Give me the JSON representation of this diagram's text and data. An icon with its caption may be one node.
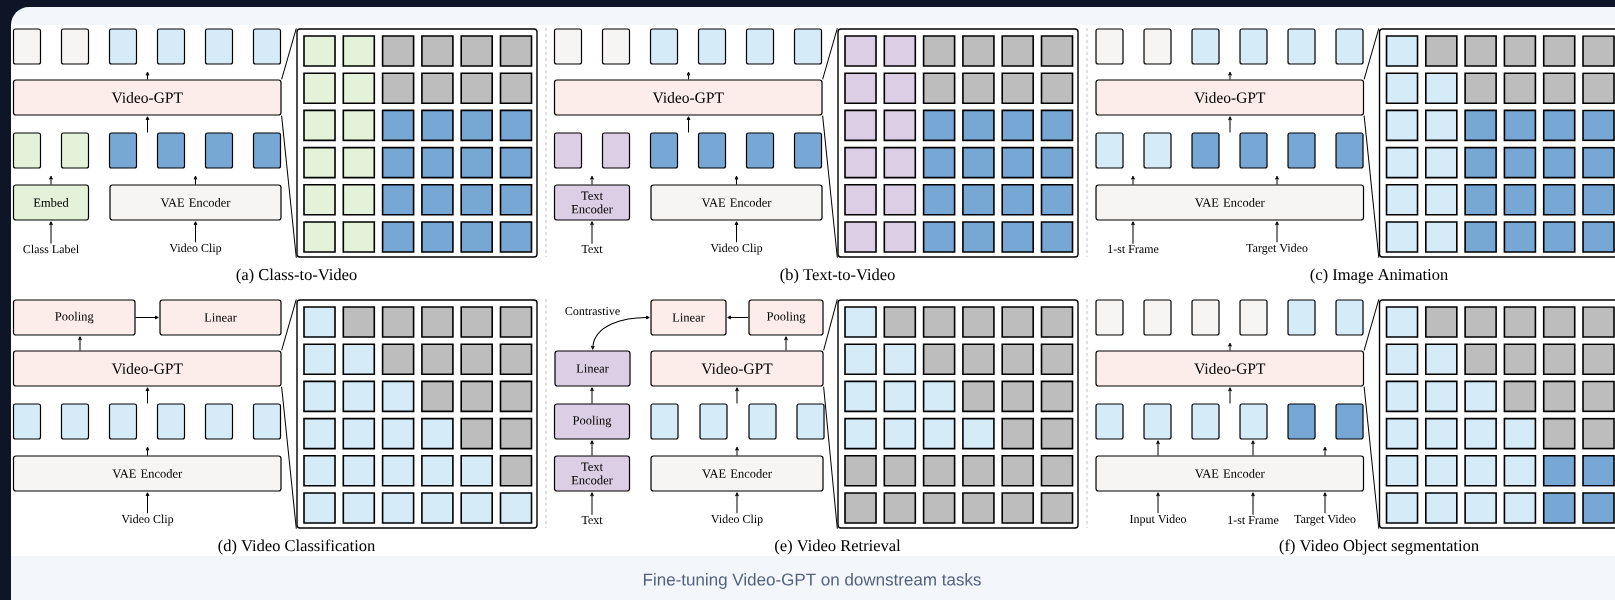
{
  "diagram": {
    "caption": "Fine-tuning Video-GPT on downstream tasks",
    "nodes": [
      {
        "text": [
          "Video-GPT"
        ]
      },
      {
        "text": [
          "Embed"
        ]
      },
      {
        "text": [
          "VAE Encoder"
        ]
      },
      {
        "text": [
          "Class Label"
        ]
      },
      {
        "text": [
          "Video Clip"
        ]
      },
      {
        "text": [
          "Video-GPT"
        ]
      },
      {
        "text": [
          "Text Encoder"
        ]
      },
      {
        "text": [
          "VAE Encoder"
        ]
      },
      {
        "text": [
          "Text"
        ]
      },
      {
        "text": [
          "Video Clip"
        ]
      },
      {
        "text": [
          "Video-GPT"
        ]
      },
      {
        "text": [
          "VAE Encoder"
        ]
      },
      {
        "text": [
          "1-st Frame"
        ]
      },
      {
        "text": [
          "Target Video"
        ]
      },
      {
        "text": [
          "Pooling"
        ]
      },
      {
        "text": [
          "Linear"
        ]
      },
      {
        "text": [
          "Video-GPT"
        ]
      },
      {
        "text": [
          "VAE Encoder"
        ]
      },
      {
        "text": [
          "Video Clip"
        ]
      },
      {
        "text": [
          "Linear"
        ]
      },
      {
        "text": [
          "Pooling"
        ]
      },
      {
        "text": [
          "Linear"
        ]
      },
      {
        "text": [
          "Video-GPT"
        ]
      },
      {
        "text": [
          "Pooling"
        ]
      },
      {
        "text": [
          "Text Encoder"
        ]
      },
      {
        "text": [
          "VAE Encoder"
        ]
      },
      {
        "text": [
          "Text"
        ]
      },
      {
        "text": [
          "Video Clip"
        ]
      },
      {
        "text": [
          "Video-GPT"
        ]
      },
      {
        "text": [
          "VAE Encoder"
        ]
      },
      {
        "text": [
          "Input Video"
        ]
      },
      {
        "text": [
          "1-st Frame"
        ]
      },
      {
        "text": [
          "Target Video"
        ]
      },
      {
        "text": [],
        "shape": "grid"
      },
      {
        "text": [],
        "shape": "grid"
      },
      {
        "text": [],
        "shape": "grid"
      },
      {
        "text": [],
        "shape": "grid"
      },
      {
        "text": [],
        "shape": "grid"
      },
      {
        "text": [],
        "shape": "grid"
      },
      {
        "text": [],
        "shape": "box"
      },
      {
        "text": [],
        "shape": "box"
      },
      {
        "text": [],
        "shape": "box"
      },
      {
        "text": [],
        "shape": "box"
      },
      {
        "text": [],
        "shape": "box"
      },
      {
        "text": [],
        "shape": "box"
      },
      {
        "text": [],
        "shape": "box"
      },
      {
        "text": [],
        "shape": "box"
      },
      {
        "text": [],
        "shape": "box"
      },
      {
        "text": [],
        "shape": "box"
      },
      {
        "text": [],
        "shape": "box"
      },
      {
        "text": [],
        "shape": "box"
      },
      {
        "text": [],
        "shape": "box"
      },
      {
        "text": [],
        "shape": "box"
      },
      {
        "text": [],
        "shape": "box"
      },
      {
        "text": [],
        "shape": "box"
      },
      {
        "text": [],
        "shape": "box"
      },
      {
        "text": [],
        "shape": "box"
      },
      {
        "text": [],
        "shape": "box"
      },
      {
        "text": [],
        "shape": "box"
      },
      {
        "text": [],
        "shape": "box"
      },
      {
        "text": [],
        "shape": "box"
      },
      {
        "text": [],
        "shape": "box"
      },
      {
        "text": [],
        "shape": "box"
      },
      {
        "text": [],
        "shape": "box"
      },
      {
        "text": [],
        "shape": "box"
      },
      {
        "text": [],
        "shape": "box"
      },
      {
        "text": [],
        "shape": "box"
      },
      {
        "text": [],
        "shape": "box"
      },
      {
        "text": [],
        "shape": "box"
      },
      {
        "text": [],
        "shape": "box"
      },
      {
        "text": [],
        "shape": "box"
      },
      {
        "text": [],
        "shape": "box"
      },
      {
        "text": [],
        "shape": "box"
      },
      {
        "text": [],
        "shape": "box"
      },
      {
        "text": [],
        "shape": "box"
      },
      {
        "text": [],
        "shape": "box"
      },
      {
        "text": [],
        "shape": "box"
      },
      {
        "text": [],
        "shape": "box"
      },
      {
        "text": [],
        "shape": "box"
      },
      {
        "text": [],
        "shape": "box"
      },
      {
        "text": [],
        "shape": "box"
      },
      {
        "text": [],
        "shape": "box"
      },
      {
        "text": [],
        "shape": "box"
      },
      {
        "text": [],
        "shape": "box"
      },
      {
        "text": [],
        "shape": "box"
      },
      {
        "text": [],
        "shape": "box"
      },
      {
        "text": [],
        "shape": "box"
      },
      {
        "text": [],
        "shape": "box"
      },
      {
        "text": [],
        "shape": "box"
      },
      {
        "text": [],
        "shape": "box"
      },
      {
        "text": [],
        "shape": "box"
      },
      {
        "text": [],
        "shape": "box"
      },
      {
        "text": [],
        "shape": "box"
      },
      {
        "text": [],
        "shape": "box"
      },
      {
        "text": [],
        "shape": "box"
      },
      {
        "text": [],
        "shape": "box"
      },
      {
        "text": [],
        "shape": "box"
      }
    ],
    "edges": [
      {
        "from": 3,
        "to": 1,
        "arrow": "to"
      },
      {
        "from": 4,
        "to": 2,
        "arrow": "to"
      },
      {
        "from": 1,
        "to": null,
        "arrow": "to"
      },
      {
        "from": 2,
        "to": null,
        "arrow": "to"
      },
      {
        "from": 47,
        "to": 0,
        "arrow": "to"
      },
      {
        "from": 0,
        "to": null,
        "arrow": "to"
      },
      {
        "from": 8,
        "to": 6,
        "arrow": "to"
      },
      {
        "from": 9,
        "to": 7,
        "arrow": "to"
      },
      {
        "from": 6,
        "to": null,
        "arrow": "to"
      },
      {
        "from": 7,
        "to": null,
        "arrow": "to"
      },
      {
        "from": 59,
        "to": 5,
        "arrow": "to"
      },
      {
        "from": 5,
        "to": null,
        "arrow": "to"
      },
      {
        "from": 12,
        "to": 11,
        "arrow": "to"
      },
      {
        "from": 13,
        "to": 11,
        "arrow": "to"
      },
      {
        "from": 11,
        "to": null,
        "arrow": "to"
      },
      {
        "from": 11,
        "to": null,
        "arrow": "to"
      },
      {
        "from": 71,
        "to": 10,
        "arrow": "to"
      },
      {
        "from": 10,
        "to": null,
        "arrow": "to"
      },
      {
        "from": 18,
        "to": 17,
        "arrow": "to"
      },
      {
        "from": 17,
        "to": null,
        "arrow": "to"
      },
      {
        "from": 77,
        "to": 16,
        "arrow": "to"
      },
      {
        "from": 16,
        "to": 14,
        "arrow": "to"
      },
      {
        "from": 14,
        "to": 15,
        "arrow": "to"
      },
      {
        "from": 26,
        "to": 24,
        "arrow": "to"
      },
      {
        "from": 24,
        "to": 23,
        "arrow": "to"
      },
      {
        "from": 23,
        "to": 21,
        "arrow": "to"
      },
      {
        "from": 21,
        "to": 19,
        "arrow": "both",
        "label": "Contrastive"
      },
      {
        "from": 20,
        "to": 19,
        "arrow": "to"
      },
      {
        "from": 22,
        "to": 20,
        "arrow": "to"
      },
      {
        "from": 82,
        "to": 22,
        "arrow": "to"
      },
      {
        "from": 25,
        "to": null,
        "arrow": "to"
      },
      {
        "from": 27,
        "to": 25,
        "arrow": "to"
      },
      {
        "from": 30,
        "to": 29,
        "arrow": "to"
      },
      {
        "from": 31,
        "to": 29,
        "arrow": "to"
      },
      {
        "from": 32,
        "to": 29,
        "arrow": "to"
      },
      {
        "from": 29,
        "to": 92,
        "arrow": "to"
      },
      {
        "from": 29,
        "to": 94,
        "arrow": "to"
      },
      {
        "from": 29,
        "to": null,
        "arrow": "to"
      },
      {
        "from": 93,
        "to": 28,
        "arrow": "to"
      },
      {
        "from": 28,
        "to": null,
        "arrow": "to"
      },
      {
        "from": 0,
        "to": 33,
        "arrow": "none"
      },
      {
        "from": 0,
        "to": 33,
        "arrow": "none"
      },
      {
        "from": 5,
        "to": 34,
        "arrow": "none"
      },
      {
        "from": 5,
        "to": 34,
        "arrow": "none"
      },
      {
        "from": 10,
        "to": 35,
        "arrow": "none"
      },
      {
        "from": 10,
        "to": 35,
        "arrow": "none"
      },
      {
        "from": 16,
        "to": 36,
        "arrow": "none"
      },
      {
        "from": 16,
        "to": 36,
        "arrow": "none"
      },
      {
        "from": 22,
        "to": 37,
        "arrow": "none"
      },
      {
        "from": 22,
        "to": 37,
        "arrow": "none"
      },
      {
        "from": 28,
        "to": 38,
        "arrow": "none"
      },
      {
        "from": 28,
        "to": 38,
        "arrow": "none"
      }
    ],
    "labels": [
      "(a) Class-to-Video",
      "(b) Text-to-Video",
      "(c) Image Animation",
      "(d) Video Classification",
      "(e) Video Retrieval",
      "(f) Video Object segmentation"
    ]
  }
}
